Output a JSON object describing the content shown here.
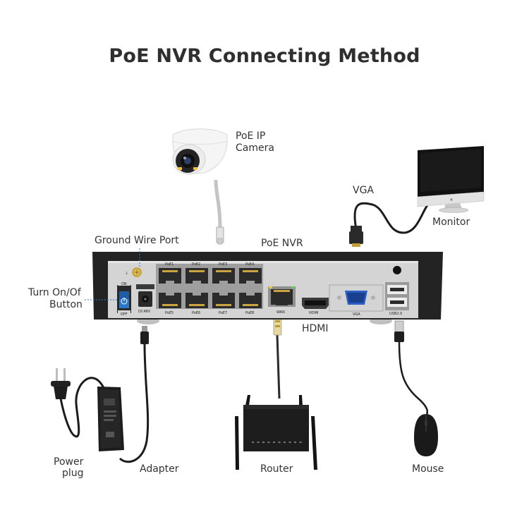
{
  "title": "PoE NVR Connecting Method",
  "labels": {
    "camera_line1": "PoE IP",
    "camera_line2": "Camera",
    "vga": "VGA",
    "monitor": "Monitor",
    "ground_wire_port": "Ground Wire Port",
    "poe_nvr": "PoE NVR",
    "turn_on_line1": "Turn On/Of",
    "turn_on_line2": "Button",
    "hdmi": "HDMI",
    "power_plug_line1": "Power",
    "power_plug_line2": "plug",
    "adapter": "Adapter",
    "router": "Router",
    "mouse": "Mouse"
  },
  "panel": {
    "poe_top": [
      "PoE1",
      "PoE2",
      "PoE3",
      "PoE4"
    ],
    "poe_bottom": [
      "PoE5",
      "PoE6",
      "PoE7",
      "PoE8"
    ],
    "on": "ON",
    "off": "OFF",
    "dc": "DC48V",
    "wan": "WAN",
    "hdmi": "HDMI",
    "vga": "VGA",
    "usb": "USB2.0"
  },
  "colors": {
    "nvr_body": "#202020",
    "nvr_panel": "#d2d2d2",
    "cable": "#1c1c1c",
    "camera_cable": "#c8c8c8",
    "switch_blue": "#2a78c8"
  }
}
